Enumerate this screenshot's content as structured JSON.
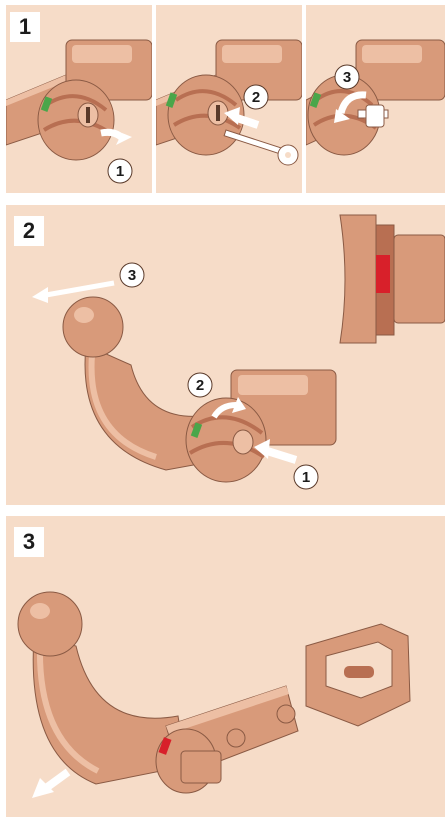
{
  "colors": {
    "background": "#f6dcc8",
    "part_fill": "#d89a7a",
    "part_shadow": "#b86f52",
    "part_highlight": "#edbfa4",
    "indicator_green": "#4aa64a",
    "indicator_red": "#d8202a",
    "arrow": "#ffffff",
    "outline": "#5a3a2a"
  },
  "step1": {
    "label": "1",
    "frames": [
      {
        "callout": "1",
        "icons": [
          "towbar-lock-icon",
          "curved-arrow-icon"
        ]
      },
      {
        "callout": "2",
        "icons": [
          "towbar-lock-icon",
          "key-icon",
          "arrow-icon"
        ]
      },
      {
        "callout": "3",
        "icons": [
          "towbar-lock-icon",
          "key-icon",
          "rotate-arrow-icon"
        ]
      }
    ]
  },
  "step2": {
    "label": "2",
    "callouts": [
      "1",
      "2",
      "3"
    ],
    "icons": [
      "tow-ball-arm-icon",
      "socket-housing-icon",
      "red-indicator-icon",
      "arrow-icon"
    ]
  },
  "step3": {
    "label": "3",
    "icons": [
      "tow-ball-arm-icon",
      "socket-housing-icon",
      "red-indicator-icon",
      "arrow-icon"
    ]
  }
}
